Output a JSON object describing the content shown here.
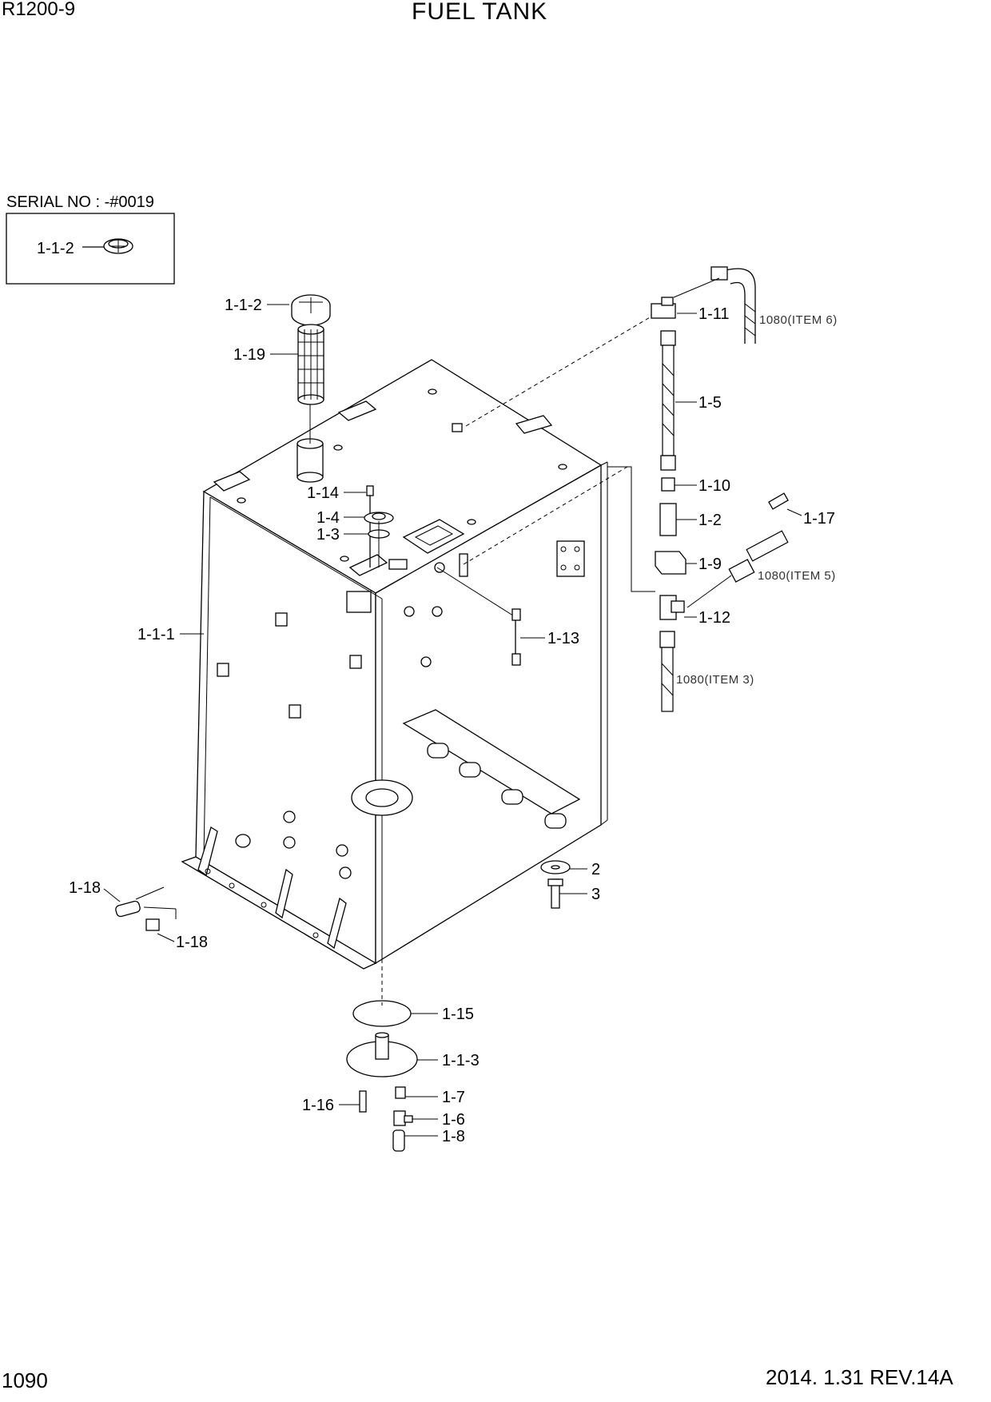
{
  "header": {
    "model": "R1200-9",
    "title": "FUEL TANK"
  },
  "serial_box": {
    "label": "SERIAL NO : -#0019",
    "part": "1-1-2"
  },
  "footer": {
    "page": "1090",
    "revision": "2014. 1.31  REV.14A"
  },
  "parts": {
    "p_1_1_1": "1-1-1",
    "p_1_1_2": "1-1-2",
    "p_1_1_3": "1-1-3",
    "p_1_2": "1-2",
    "p_1_3": "1-3",
    "p_1_4": "1-4",
    "p_1_5": "1-5",
    "p_1_6": "1-6",
    "p_1_7": "1-7",
    "p_1_8": "1-8",
    "p_1_9": "1-9",
    "p_1_10": "1-10",
    "p_1_11": "1-11",
    "p_1_12": "1-12",
    "p_1_13": "1-13",
    "p_1_14": "1-14",
    "p_1_15": "1-15",
    "p_1_16": "1-16",
    "p_1_17": "1-17",
    "p_1_18a": "1-18",
    "p_1_18b": "1-18",
    "p_1_19": "1-19",
    "p_2": "2",
    "p_3": "3"
  },
  "references": {
    "item6": "1080(ITEM 6)",
    "item5": "1080(ITEM 5)",
    "item3": "1080(ITEM 3)"
  }
}
